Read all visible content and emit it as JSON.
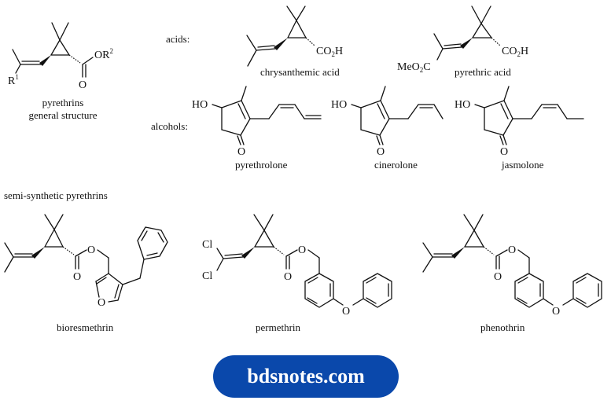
{
  "general": {
    "label_line1": "pyrethrins",
    "label_line2": "general structure",
    "substituent_r1": "R",
    "substituent_r1_sup": "1",
    "ester_group": "OR",
    "ester_group_sup": "2",
    "carbonyl_o": "O"
  },
  "acids": {
    "heading": "acids:",
    "items": [
      {
        "name": "chrysanthemic acid",
        "group": "CO",
        "group_sub": "2",
        "group_end": "H"
      },
      {
        "name": "pyrethric acid",
        "group": "CO",
        "group_sub": "2",
        "group_end": "H",
        "ester_prefix": "MeO",
        "ester_sub": "2",
        "ester_end": "C"
      }
    ]
  },
  "alcohols": {
    "heading": "alcohols:",
    "hydroxyl": "HO",
    "ketone_o": "O",
    "items": [
      {
        "name": "pyrethrolone"
      },
      {
        "name": "cinerolone"
      },
      {
        "name": "jasmolone"
      }
    ]
  },
  "semi_synthetic": {
    "heading": "semi-synthetic pyrethrins",
    "ester_o": "O",
    "carbonyl_o": "O",
    "ring_o": "O",
    "chloro": "Cl",
    "items": [
      {
        "name": "bioresmethrin"
      },
      {
        "name": "permethrin"
      },
      {
        "name": "phenothrin"
      }
    ]
  },
  "banner": {
    "text": "bdsnotes.com",
    "color": "#0a48ab"
  }
}
